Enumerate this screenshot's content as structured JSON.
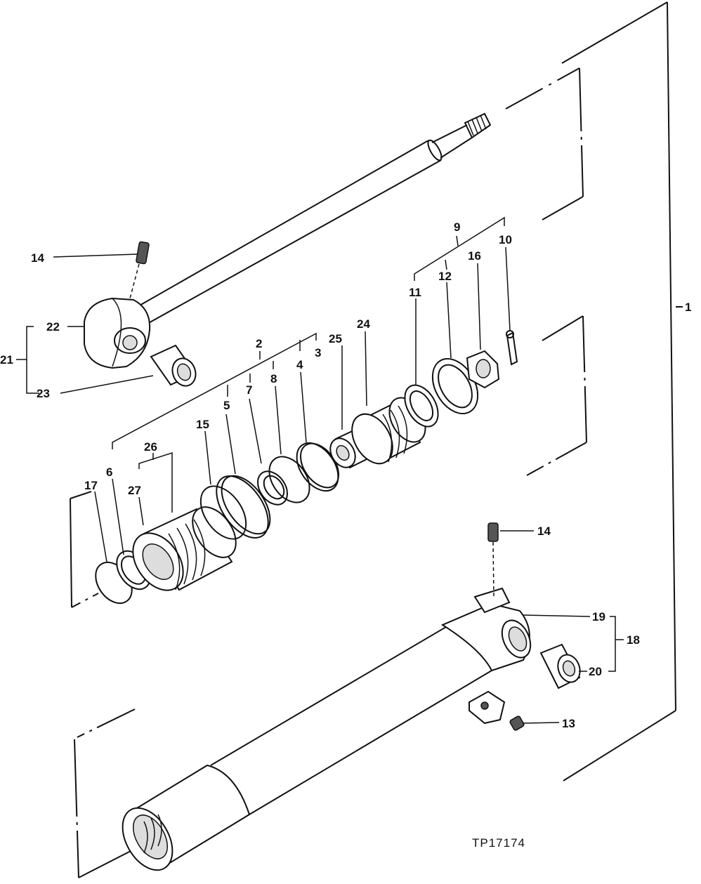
{
  "figure_id": "TP17174",
  "callouts": {
    "c1": "1",
    "c2": "2",
    "c3": "3",
    "c4": "4",
    "c5": "5",
    "c6": "6",
    "c7": "7",
    "c8": "8",
    "c9": "9",
    "c10": "10",
    "c11": "11",
    "c12": "12",
    "c13": "13",
    "c14a": "14",
    "c14b": "14",
    "c15": "15",
    "c16": "16",
    "c17": "17",
    "c18": "18",
    "c19": "19",
    "c20": "20",
    "c21": "21",
    "c22": "22",
    "c23": "23",
    "c24": "24",
    "c25": "25",
    "c26": "26",
    "c27": "27"
  }
}
